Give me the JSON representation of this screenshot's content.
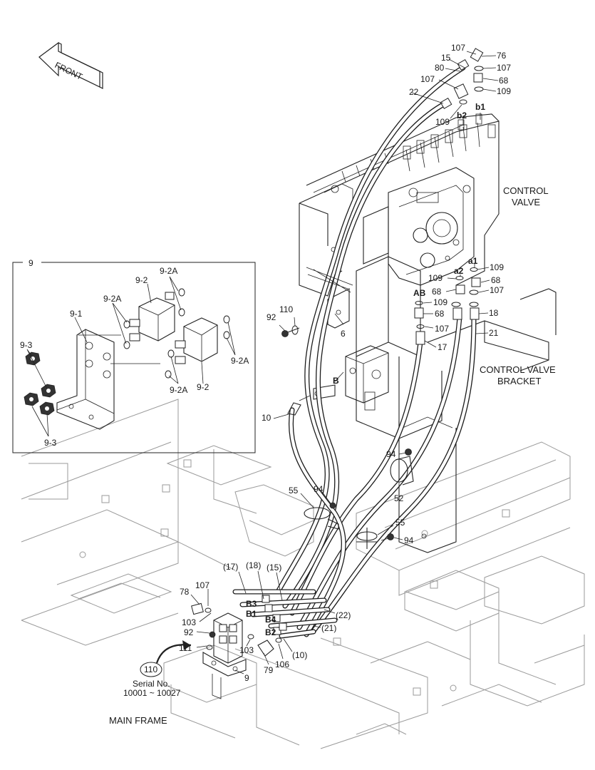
{
  "front_arrow": "FRONT",
  "titles": {
    "control_valve": [
      "CONTROL",
      "VALVE"
    ],
    "control_valve_bracket": [
      "CONTROL VALVE",
      "BRACKET"
    ],
    "main_frame": "MAIN FRAME",
    "serial": [
      "Serial No.",
      "10001 ~ 10027"
    ],
    "serial_ref": "110"
  },
  "inset": {
    "label": "9",
    "parts": [
      "9-1",
      "9-2",
      "9-2",
      "9-2A",
      "9-2A",
      "9-2A",
      "9-2A",
      "9-3",
      "9-3"
    ]
  },
  "ports": [
    "b1",
    "b2",
    "a1",
    "a2",
    "AB",
    "B",
    "B1",
    "B2",
    "B3",
    "B4"
  ],
  "callouts": [
    {
      "id": "c107a",
      "text": "107"
    },
    {
      "id": "c76",
      "text": "76"
    },
    {
      "id": "c15",
      "text": "15"
    },
    {
      "id": "c107b",
      "text": "107"
    },
    {
      "id": "c80",
      "text": "80"
    },
    {
      "id": "c68a",
      "text": "68"
    },
    {
      "id": "c107c",
      "text": "107"
    },
    {
      "id": "c109a",
      "text": "109"
    },
    {
      "id": "c22",
      "text": "22"
    },
    {
      "id": "c109b",
      "text": "109"
    },
    {
      "id": "c109c",
      "text": "109"
    },
    {
      "id": "c109d",
      "text": "109"
    },
    {
      "id": "c68b",
      "text": "68"
    },
    {
      "id": "c68c",
      "text": "68"
    },
    {
      "id": "c107d",
      "text": "107"
    },
    {
      "id": "c109e",
      "text": "109"
    },
    {
      "id": "c68d",
      "text": "68"
    },
    {
      "id": "c107e",
      "text": "107"
    },
    {
      "id": "c18",
      "text": "18"
    },
    {
      "id": "c21",
      "text": "21"
    },
    {
      "id": "c17",
      "text": "17"
    },
    {
      "id": "c92a",
      "text": "92"
    },
    {
      "id": "c110",
      "text": "110"
    },
    {
      "id": "c6",
      "text": "6"
    },
    {
      "id": "c10",
      "text": "10"
    },
    {
      "id": "c94a",
      "text": "94"
    },
    {
      "id": "c52",
      "text": "52"
    },
    {
      "id": "c55a",
      "text": "55"
    },
    {
      "id": "c94b",
      "text": "94"
    },
    {
      "id": "c55b",
      "text": "55"
    },
    {
      "id": "c94c",
      "text": "94"
    },
    {
      "id": "c17p",
      "text": "(17)"
    },
    {
      "id": "c18p",
      "text": "(18)"
    },
    {
      "id": "c15p",
      "text": "(15)"
    },
    {
      "id": "c78",
      "text": "78"
    },
    {
      "id": "c107f",
      "text": "107"
    },
    {
      "id": "c22p",
      "text": "(22)"
    },
    {
      "id": "c103a",
      "text": "103"
    },
    {
      "id": "c21p",
      "text": "(21)"
    },
    {
      "id": "c92b",
      "text": "92"
    },
    {
      "id": "c111",
      "text": "111"
    },
    {
      "id": "c103b",
      "text": "103"
    },
    {
      "id": "c10p",
      "text": "(10)"
    },
    {
      "id": "c79",
      "text": "79"
    },
    {
      "id": "c106",
      "text": "106"
    },
    {
      "id": "c9",
      "text": "9"
    }
  ]
}
